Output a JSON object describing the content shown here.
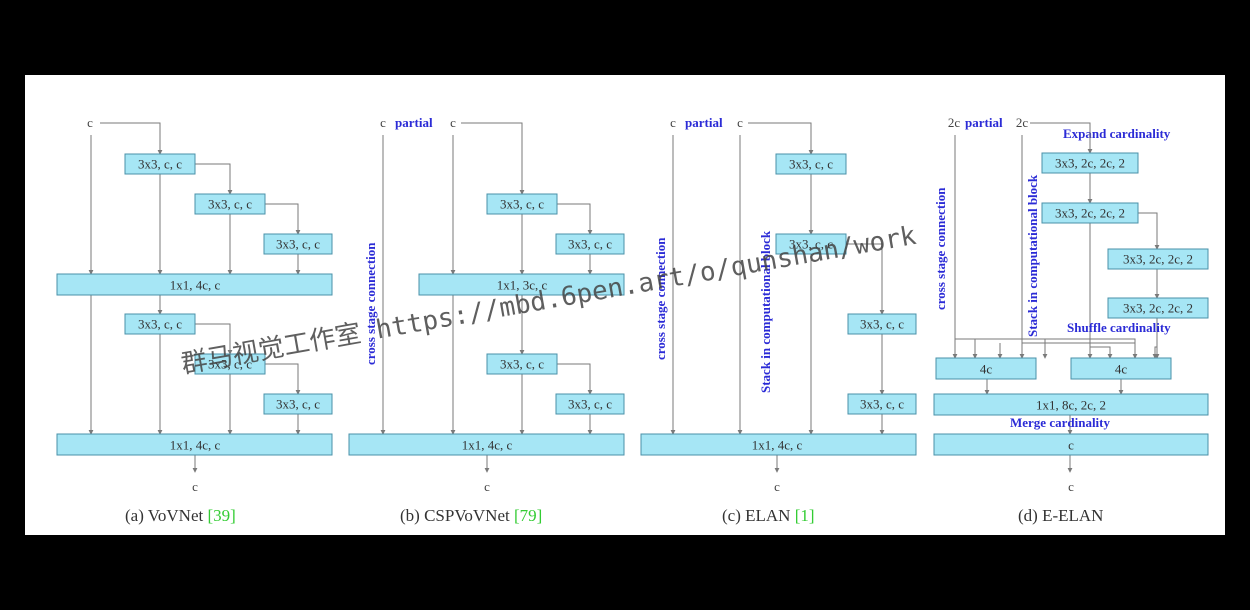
{
  "panels": [
    {
      "caption": "(a) VoVNet ",
      "ref": "[39]",
      "input": "c",
      "output": "c",
      "boxes": [
        "3x3, c, c",
        "3x3, c, c",
        "3x3, c, c",
        "1x1, 4c, c",
        "3x3, c, c",
        "3x3, c, c",
        "3x3, c, c",
        "1x1, 4c, c"
      ]
    },
    {
      "caption": "(b) CSPVoVNet ",
      "ref": "[79]",
      "input_left": "c",
      "partial": "partial",
      "input_right": "c",
      "output": "c",
      "side_label": "cross stage connection",
      "boxes": [
        "3x3, c, c",
        "3x3, c, c",
        "1x1, 3c, c",
        "3x3, c, c",
        "3x3, c, c",
        "1x1, 4c, c"
      ]
    },
    {
      "caption": "(c) ELAN ",
      "ref": "[1]",
      "input_left": "c",
      "partial": "partial",
      "input_right": "c",
      "output": "c",
      "side_label_1": "cross stage connection",
      "side_label_2": "Stack in computational block",
      "boxes": [
        "3x3, c, c",
        "3x3, c, c",
        "3x3, c, c",
        "3x3, c, c",
        "1x1, 4c, c"
      ]
    },
    {
      "caption": "(d) E-ELAN",
      "input_left": "2c",
      "partial": "partial",
      "input_right": "2c",
      "output": "c",
      "side_label_1": "cross stage connection",
      "side_label_2": "Stack in computational block",
      "expand": "Expand cardinality",
      "shuffle": "Shuffle cardinality",
      "merge": "Merge cardinality",
      "boxes": [
        "3x3, 2c, 2c, 2",
        "3x3, 2c, 2c, 2",
        "3x3, 2c, 2c, 2",
        "3x3, 2c, 2c, 2",
        "4c",
        "4c",
        "1x1, 8c, 2c, 2",
        "c"
      ]
    }
  ],
  "watermark": "群马视觉工作室 https://mbd.6pen.art/o/qunshan/work"
}
